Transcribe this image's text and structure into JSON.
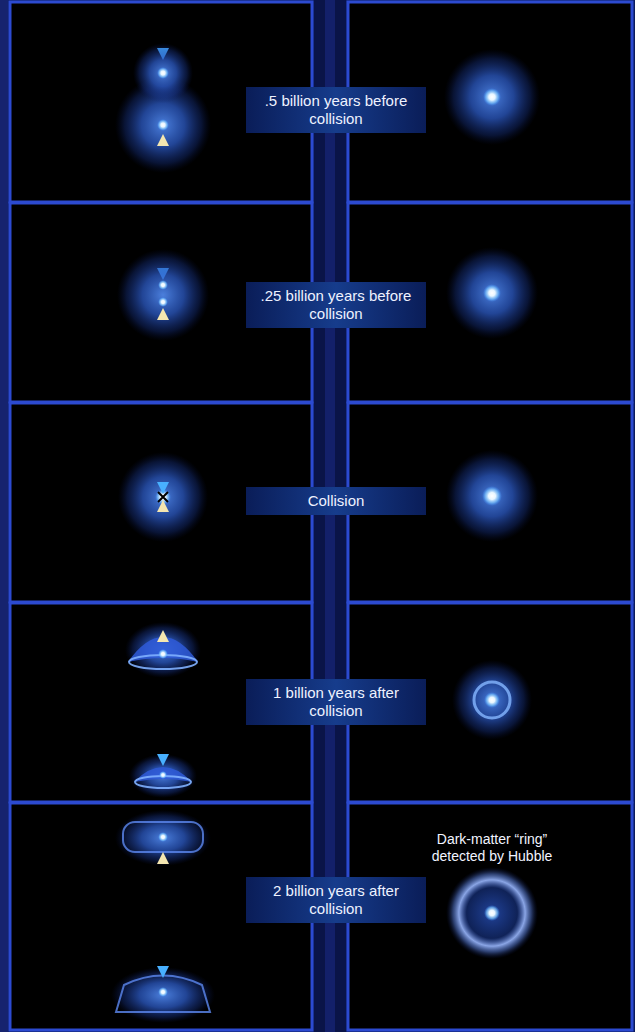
{
  "diagram": {
    "nodes": [
      {
        "text": [
          ".5 billion years before collision"
        ]
      },
      {
        "text": [
          ".25 billion years before collision"
        ]
      },
      {
        "text": [
          "Collision"
        ]
      },
      {
        "text": [
          "1 billion years after collision"
        ]
      },
      {
        "text": [
          "2 billion years after collision"
        ]
      }
    ],
    "labels": [
      "Dark-matter “ring” detected by Hubble"
    ]
  }
}
